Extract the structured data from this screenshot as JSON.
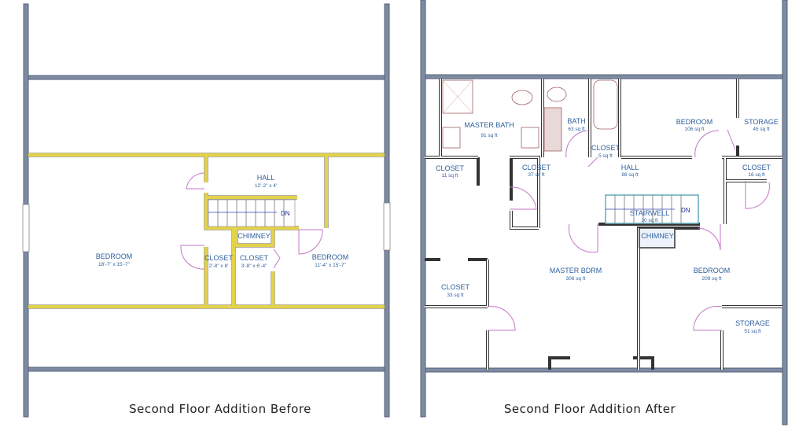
{
  "before": {
    "caption": "Second Floor Addition Before",
    "rooms": [
      {
        "name": "BEDROOM",
        "size": "18'-7\" x 15'-7\""
      },
      {
        "name": "HALL",
        "size": "12'-2\" x 4'"
      },
      {
        "name": "CLOSET",
        "size": "2'-8\" x 8'"
      },
      {
        "name": "CLOSET",
        "size": "3'-8\" x 6'-4\""
      },
      {
        "name": "BEDROOM",
        "size": "11'-4\" x 15'-7\""
      }
    ],
    "chimney": "CHIMNEY",
    "stair_dir": "DN"
  },
  "after": {
    "caption": "Second Floor Addition After",
    "rooms": [
      {
        "name": "MASTER BATH",
        "size": "91 sq ft"
      },
      {
        "name": "BATH",
        "size": "63 sq ft"
      },
      {
        "name": "CLOSET",
        "size": "5 sq ft"
      },
      {
        "name": "BEDROOM",
        "size": "106 sq ft"
      },
      {
        "name": "STORAGE",
        "size": "45 sq ft"
      },
      {
        "name": "CLOSET",
        "size": "11 sq ft"
      },
      {
        "name": "CLOSET",
        "size": "37 sq ft"
      },
      {
        "name": "HALL",
        "size": "88 sq ft"
      },
      {
        "name": "CLOSET",
        "size": "16 sq ft"
      },
      {
        "name": "STAIRWELL",
        "size": "30 sq ft"
      },
      {
        "name": "MASTER BDRM",
        "size": "306 sq ft"
      },
      {
        "name": "BEDROOM",
        "size": "209 sq ft"
      },
      {
        "name": "CLOSET",
        "size": "33 sq ft"
      },
      {
        "name": "STORAGE",
        "size": "51 sq ft"
      }
    ],
    "chimney": "CHIMNEY",
    "stair_dir": "DN"
  }
}
